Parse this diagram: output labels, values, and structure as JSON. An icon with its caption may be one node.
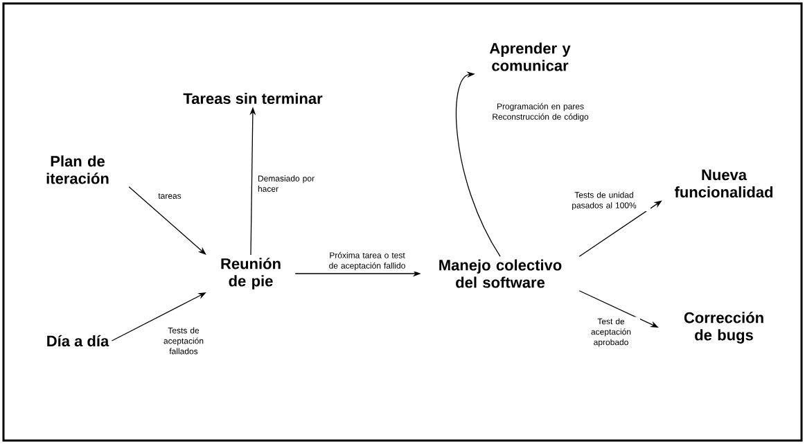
{
  "diagram": {
    "nodes": [
      {
        "text": [
          "Plan de iteración"
        ]
      },
      {
        "text": [
          "Día a día"
        ]
      },
      {
        "text": [
          "Tareas sin terminar"
        ]
      },
      {
        "text": [
          "Reunión de pie"
        ]
      },
      {
        "text": [
          "Aprender y comunicar"
        ]
      },
      {
        "text": [
          "Manejo colectivo del software"
        ]
      },
      {
        "text": [
          "Nueva funcionalidad"
        ]
      },
      {
        "text": [
          "Corrección de bugs"
        ]
      }
    ],
    "edges": [
      {
        "from": 0,
        "to": 3,
        "arrow": "to",
        "label": "tareas"
      },
      {
        "from": 1,
        "to": 3,
        "arrow": "to",
        "label": "Tests de aceptación fallados"
      },
      {
        "from": 3,
        "to": 2,
        "arrow": "to",
        "label": "Demasiado por hacer"
      },
      {
        "from": 3,
        "to": 5,
        "arrow": "to",
        "label": "Próxima tarea o test de aceptación fallido"
      },
      {
        "from": 5,
        "to": 4,
        "arrow": "to",
        "label": "Programación en pares Reconstrucción de código"
      },
      {
        "from": 5,
        "to": 6,
        "arrow": "to",
        "label": "Tests de unidad pasados al 100%"
      },
      {
        "from": 5,
        "to": 7,
        "arrow": "to",
        "label": "Test de aceptación aprobado"
      }
    ]
  }
}
